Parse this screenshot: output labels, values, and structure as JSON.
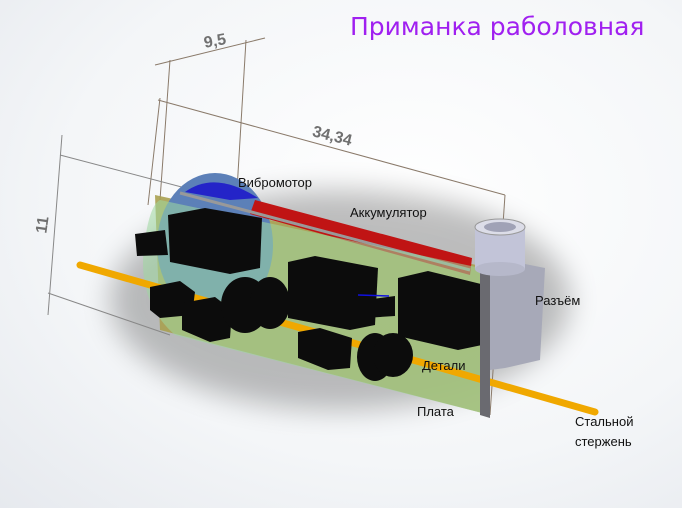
{
  "title": "Приманка раболовная",
  "dimensions": {
    "width": "9,5",
    "length": "34,34",
    "height": "11"
  },
  "labels": {
    "vibromotor": "Вибромотор",
    "battery": "Аккумулятор",
    "connector": "Разъём",
    "parts": "Детали",
    "board": "Плата",
    "rod_line1": "Стальной",
    "rod_line2": "стержень"
  },
  "colors": {
    "title": "#a020f0",
    "rod": "#f0a800",
    "battery": "#c01414",
    "motor": "#2020c0",
    "board": "#9fd8a0"
  }
}
